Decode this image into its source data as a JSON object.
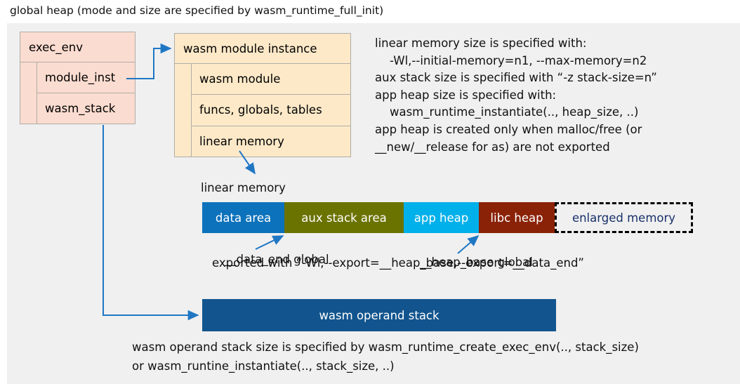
{
  "title": "global heap (mode and size are specified by wasm_runtime_full_init)",
  "colors": {
    "panel_bg": "#f0f0f0",
    "exec_env_fill": "#fbdcd0",
    "module_instance_fill": "#fde9c8",
    "box_border": "#b0ada6",
    "arrow": "#1f77c4",
    "data_area": "#0c72bb",
    "aux_stack_area": "#6b7300",
    "app_heap": "#00b0ea",
    "libc_heap": "#8a2208",
    "enlarged_memory_text": "#18306b",
    "operand_stack": "#12558e"
  },
  "exec_env": {
    "header": "exec_env",
    "rows": [
      {
        "label": "module_inst"
      },
      {
        "label": "wasm_stack"
      }
    ]
  },
  "module_instance": {
    "header": "wasm module instance",
    "rows": [
      {
        "label": "wasm module"
      },
      {
        "label": "funcs, globals, tables"
      },
      {
        "label": "linear memory"
      }
    ]
  },
  "memory_note": "linear memory size is specified with:\n    -Wl,--initial-memory=n1, --max-memory=n2\naux stack size is specified with “-z stack-size=n”\napp heap size is specified with:\n    wasm_runtime_instantiate(.., heap_size, ..)\napp heap is created only when malloc/free (or\n__new/__release for as) are not exported",
  "linear_memory": {
    "caption": "linear memory",
    "segments": [
      {
        "label": "data area",
        "color": "#0c72bb",
        "width": 117
      },
      {
        "label": "aux stack area",
        "color": "#6b7300",
        "width": 170
      },
      {
        "label": "app heap",
        "color": "#00b0ea",
        "width": 107
      },
      {
        "label": "libc heap",
        "color": "#8a2208",
        "width": 108
      },
      {
        "label": "enlarged memory",
        "color": "#f0f0f0",
        "width": 197
      }
    ]
  },
  "annotations": {
    "data_end_label": "__data_end global",
    "heap_base_label": "__heap_base global",
    "exported_note": "exported with “-Wl,--export=__heap_base,--export=__data_end”"
  },
  "operand_stack": {
    "label": "wasm operand stack",
    "note": "wasm operand stack size is specified by wasm_runtime_create_exec_env(.., stack_size)\nor wasm_runtine_instantiate(.., stack_size, ..)"
  }
}
